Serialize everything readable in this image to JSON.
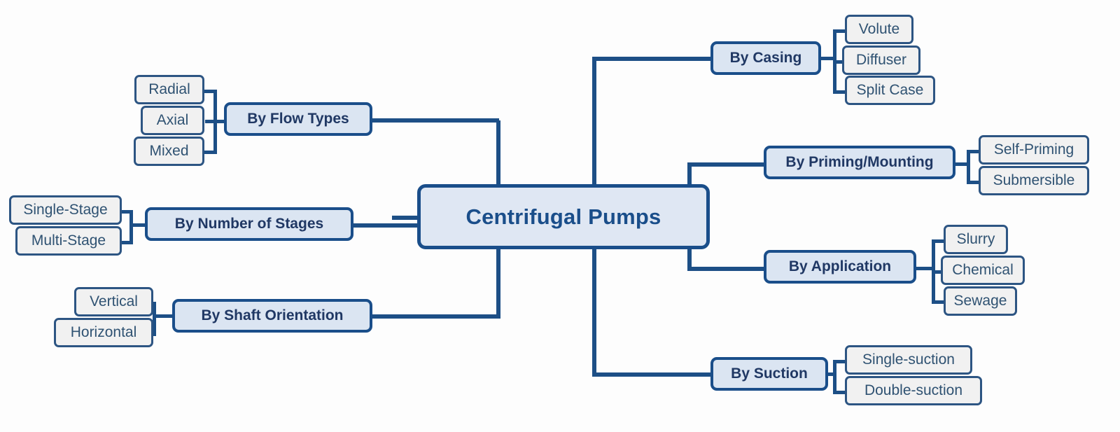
{
  "diagram": {
    "title": "Centrifugal Pumps",
    "type": "mind-map",
    "colors": {
      "root_fill": "#dfe7f3",
      "root_border": "#1a4e8a",
      "root_text": "#1a4e8a",
      "branch_fill": "#dbe5f2",
      "branch_border": "#1a4e8a",
      "branch_text": "#203864",
      "leaf_fill": "#f1f1f1",
      "leaf_border": "#2d5583",
      "leaf_text": "#2f5272",
      "connector": "#1d4f86",
      "background": "#fdfdfd"
    }
  },
  "root": {
    "label": "Centrifugal Pumps"
  },
  "branches": {
    "flow_types": {
      "label": "By Flow Types",
      "side": "left",
      "leaves": [
        {
          "label": "Radial"
        },
        {
          "label": "Axial"
        },
        {
          "label": "Mixed"
        }
      ]
    },
    "number_of_stages": {
      "label": "By Number of Stages",
      "side": "left",
      "leaves": [
        {
          "label": "Single-Stage"
        },
        {
          "label": "Multi-Stage"
        }
      ]
    },
    "shaft_orientation": {
      "label": "By Shaft Orientation",
      "side": "left",
      "leaves": [
        {
          "label": "Vertical"
        },
        {
          "label": "Horizontal"
        }
      ]
    },
    "casing": {
      "label": "By Casing",
      "side": "right",
      "leaves": [
        {
          "label": "Volute"
        },
        {
          "label": "Diffuser"
        },
        {
          "label": "Split Case"
        }
      ]
    },
    "priming_mounting": {
      "label": "By Priming/Mounting",
      "side": "right",
      "leaves": [
        {
          "label": "Self-Priming"
        },
        {
          "label": "Submersible"
        }
      ]
    },
    "application": {
      "label": "By Application",
      "side": "right",
      "leaves": [
        {
          "label": "Slurry"
        },
        {
          "label": "Chemical"
        },
        {
          "label": "Sewage"
        }
      ]
    },
    "suction": {
      "label": "By Suction",
      "side": "right",
      "leaves": [
        {
          "label": "Single-suction"
        },
        {
          "label": "Double-suction"
        }
      ]
    }
  }
}
